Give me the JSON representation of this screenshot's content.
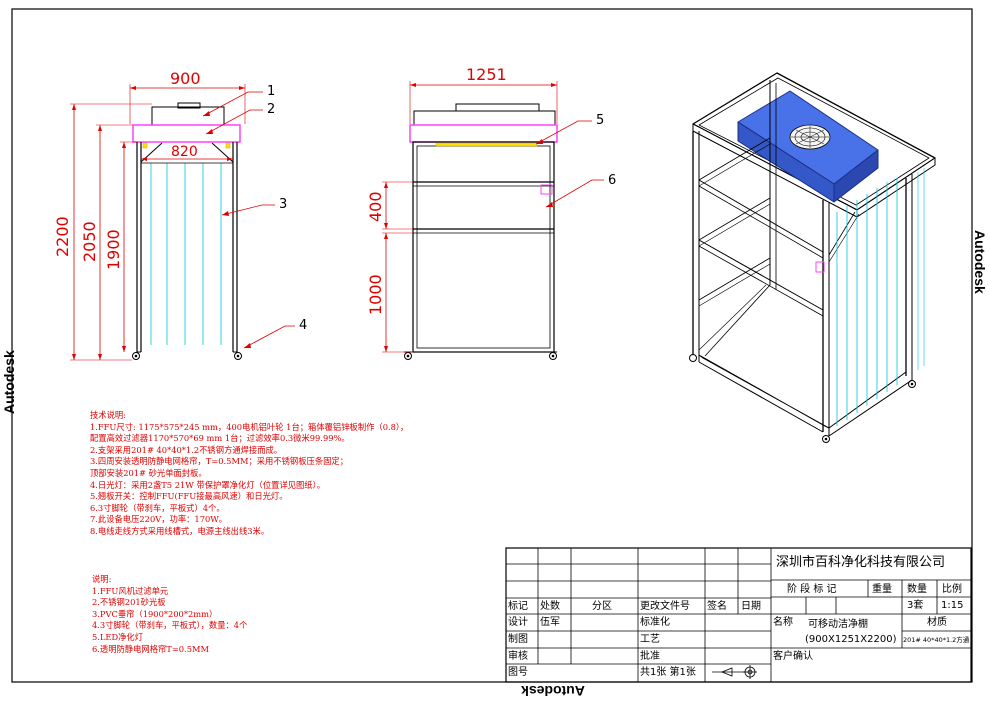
{
  "watermark": {
    "right": "Autodesk",
    "left": "Autodesk",
    "bottom": "Autodesk"
  },
  "front_view": {
    "dim_width": "900",
    "dim_inner": "820",
    "dim_h1": "2200",
    "dim_h2": "2050",
    "dim_h3": "1900",
    "callouts": [
      "1",
      "2",
      "3",
      "4"
    ]
  },
  "side_view": {
    "dim_width": "1251",
    "dim_400": "400",
    "dim_1000": "1000",
    "callouts": [
      "5",
      "6"
    ]
  },
  "tech_notes": {
    "title": "技术说明:",
    "lines": [
      "1.FFU尺寸: 1175*575*245 mm，400电机铝叶轮 1台；箱体覆铝锌板制作（0.8），",
      "   配置高效过滤器1170*570*69 mm 1台；过滤效率0.3微米99.99%。",
      "2.支架采用201# 40*40*1.2不锈钢方通焊接而成。",
      "3.四周安装透明防静电网格帘，T=0.5MM；采用不锈钢板压条固定；",
      "   顶部安装201# 砂光单面封板。",
      "4.日光灯：采用2盏T5 21W 带保护罩净化灯（位置详见图纸）。",
      "5.翘板开关：控制FFU(FFU接最高风速）和日光灯。",
      "6.3寸脚轮（带刹车，平板式）4个。",
      "7.此设备电压220V，功率：170W。",
      "8.电线走线方式采用线槽式，电源主线出线3米。"
    ]
  },
  "legend_notes": {
    "title": "说明:",
    "lines": [
      "1.FFU风机过滤单元",
      "2.不锈钢201砂光板",
      "3.PVC垂帘（1900*200*2mm）",
      "4.3寸脚轮（带刹车，平板式），数量：4个",
      "5.LED净化灯",
      "6.透明防静电网格帘T=0.5MM"
    ]
  },
  "title_block": {
    "company": "深圳市百科净化科技有限公司",
    "stage_label": "阶 段 标 记",
    "weight_label": "重量",
    "qty_label": "数量",
    "scale_label": "比例",
    "qty_value": "3套",
    "scale_value": "1:15",
    "rev_headers": [
      "标记",
      "处数",
      "分区",
      "更改文件号",
      "签名",
      "日期"
    ],
    "design_label": "设计",
    "designer": "伍军",
    "standard_label": "标准化",
    "drawn_label": "制图",
    "process_label": "工艺",
    "check_label": "审核",
    "approve_label": "批准",
    "drawing_no_label": "图号",
    "sheets": "共1张  第1张",
    "name_label": "名称",
    "product_name": "可移动洁净棚",
    "product_size": "(900X1251X2200)",
    "material_label": "材质",
    "material_value": "201# 40*40*1.2方通",
    "customer_label": "客户确认"
  },
  "colors": {
    "dimension": "#e00000",
    "frame": "#000000",
    "curtain": "#00c8e0",
    "panel": "#ff40ff",
    "light": "#ffe000",
    "ffu_body": "#4a72e8",
    "ffu_edge": "#1c2f8a",
    "leader": "#e00000",
    "note_text": "#e00000"
  }
}
